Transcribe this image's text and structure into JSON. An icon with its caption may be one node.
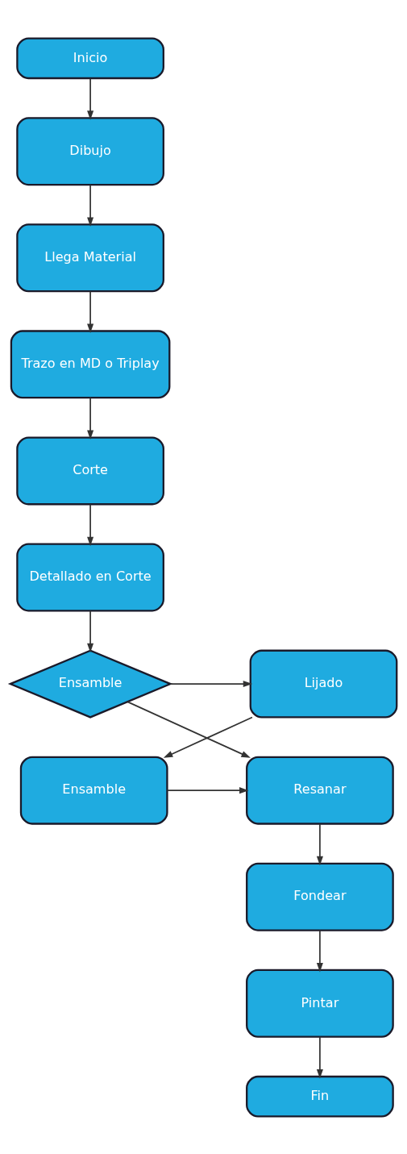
{
  "diagram": {
    "nodes": [
      {
        "text": [
          "Inicio"
        ]
      },
      {
        "text": [
          "Dibujo"
        ]
      },
      {
        "text": [
          "Llega Material"
        ]
      },
      {
        "text": [
          "Trazo en MD o Triplay"
        ]
      },
      {
        "text": [
          "Corte"
        ]
      },
      {
        "text": [
          "Detallado en Corte"
        ]
      },
      {
        "text": [
          "Ensamble"
        ]
      },
      {
        "text": [
          "Lijado"
        ]
      },
      {
        "text": [
          "Resanar"
        ]
      },
      {
        "text": [
          "Ensamble"
        ]
      },
      {
        "text": [
          "Fondear"
        ]
      },
      {
        "text": [
          "Pintar"
        ]
      },
      {
        "text": [
          "Fin"
        ]
      }
    ],
    "edges": [
      {
        "from": 0,
        "to": 1,
        "arrow": "to"
      },
      {
        "from": 1,
        "to": 2,
        "arrow": "to"
      },
      {
        "from": 2,
        "to": 3,
        "arrow": "to"
      },
      {
        "from": 3,
        "to": 4,
        "arrow": "to"
      },
      {
        "from": 4,
        "to": 5,
        "arrow": "to"
      },
      {
        "from": 5,
        "to": 6,
        "arrow": "to"
      },
      {
        "from": 6,
        "to": 7,
        "arrow": "to"
      },
      {
        "from": 6,
        "to": 8,
        "arrow": "to"
      },
      {
        "from": 7,
        "to": 9,
        "arrow": "to"
      },
      {
        "from": 9,
        "to": 8,
        "arrow": "to"
      },
      {
        "from": 8,
        "to": 10,
        "arrow": "to"
      },
      {
        "from": 10,
        "to": 11,
        "arrow": "to"
      },
      {
        "from": 11,
        "to": 12,
        "arrow": "to"
      }
    ]
  }
}
